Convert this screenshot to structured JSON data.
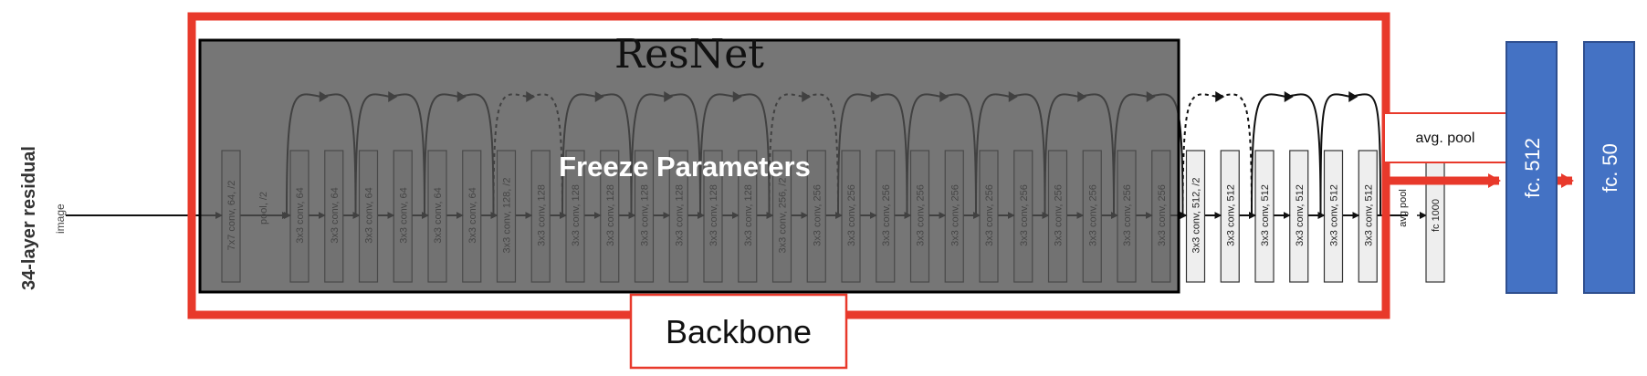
{
  "side_label": "34-layer residual",
  "input_label": "image",
  "title": "ResNet",
  "freeze_label": "Freeze Parameters",
  "backbone_label": "Backbone",
  "first_layers": [
    "7x7 conv, 64, /2",
    "pool, /2"
  ],
  "conv_layers": [
    "3x3 conv, 64",
    "3x3 conv, 64",
    "3x3 conv, 64",
    "3x3 conv, 64",
    "3x3 conv, 64",
    "3x3 conv, 64",
    "3x3 conv, 128, /2",
    "3x3 conv, 128",
    "3x3 conv, 128",
    "3x3 conv, 128",
    "3x3 conv, 128",
    "3x3 conv, 128",
    "3x3 conv, 128",
    "3x3 conv, 128",
    "3x3 conv, 256, /2",
    "3x3 conv, 256",
    "3x3 conv, 256",
    "3x3 conv, 256",
    "3x3 conv, 256",
    "3x3 conv, 256",
    "3x3 conv, 256",
    "3x3 conv, 256",
    "3x3 conv, 256",
    "3x3 conv, 256",
    "3x3 conv, 256",
    "3x3 conv, 256",
    "3x3 conv, 512, /2",
    "3x3 conv, 512",
    "3x3 conv, 512",
    "3x3 conv, 512",
    "3x3 conv, 512",
    "3x3 conv, 512"
  ],
  "skip_connections": [
    {
      "style": "solid"
    },
    {
      "style": "solid"
    },
    {
      "style": "solid"
    },
    {
      "style": "dashed"
    },
    {
      "style": "solid"
    },
    {
      "style": "solid"
    },
    {
      "style": "solid"
    },
    {
      "style": "dashed"
    },
    {
      "style": "solid"
    },
    {
      "style": "solid"
    },
    {
      "style": "solid"
    },
    {
      "style": "solid"
    },
    {
      "style": "solid"
    },
    {
      "style": "dashed"
    },
    {
      "style": "solid"
    },
    {
      "style": "solid"
    }
  ],
  "tail_layers": [
    "avg pool",
    "fc 1000"
  ],
  "avg_pool_box": "avg. pool",
  "fc_blocks": [
    "fc. 512",
    "fc. 50"
  ],
  "colors": {
    "frame_red": "#e8392b",
    "fc_blue": "#4472c4",
    "freeze_overlay": "#505050"
  }
}
